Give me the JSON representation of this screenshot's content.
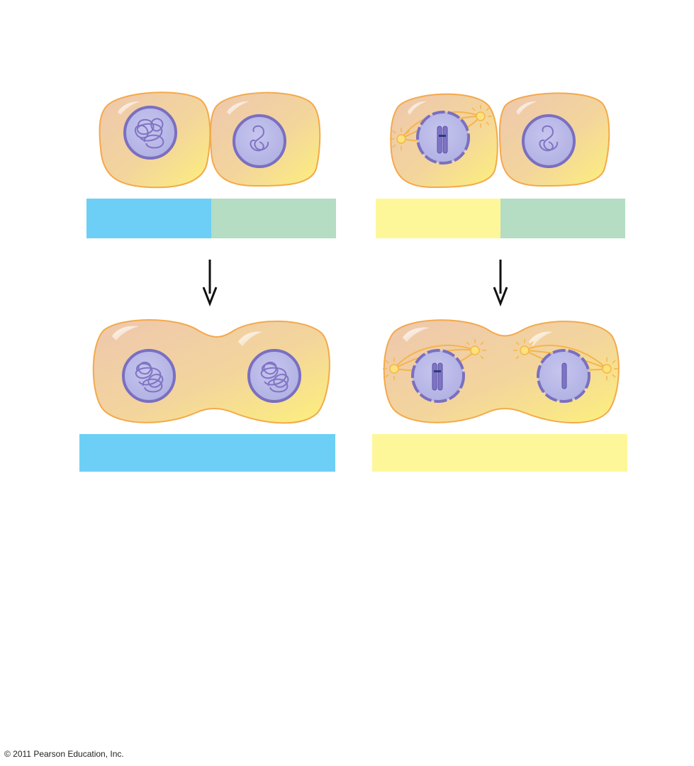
{
  "copyright": "© 2011 Pearson Education, Inc.",
  "colors": {
    "cytoplasm_top": "#f0c9a8",
    "cytoplasm_bottom": "#fbf07a",
    "membrane": "#f4a94a",
    "nucleus_fill": "#b9b8e6",
    "nucleus_stroke": "#7a6fc0",
    "chromatin": "#7f74c4",
    "spindle": "#f4b54b",
    "label_blue": "#6dcff5",
    "label_green": "#b4ddc4",
    "label_yellow": "#fef79a",
    "arrow": "#111111"
  },
  "panels": [
    {
      "side": "left",
      "stage": "before",
      "cells": [
        "interphase-like nucleus",
        "interphase-like nucleus"
      ],
      "label_bar": [
        "blue",
        "green"
      ]
    },
    {
      "side": "right",
      "stage": "before",
      "cells": [
        "mitotic cell with spindle",
        "interphase-like nucleus"
      ],
      "label_bar": [
        "yellow",
        "green"
      ]
    },
    {
      "side": "left",
      "stage": "after",
      "cells": [
        "fused cell with two interphase nuclei"
      ],
      "label_bar": [
        "blue"
      ]
    },
    {
      "side": "right",
      "stage": "after",
      "cells": [
        "fused cell with two mitotic nuclei and spindles"
      ],
      "label_bar": [
        "yellow"
      ]
    }
  ]
}
